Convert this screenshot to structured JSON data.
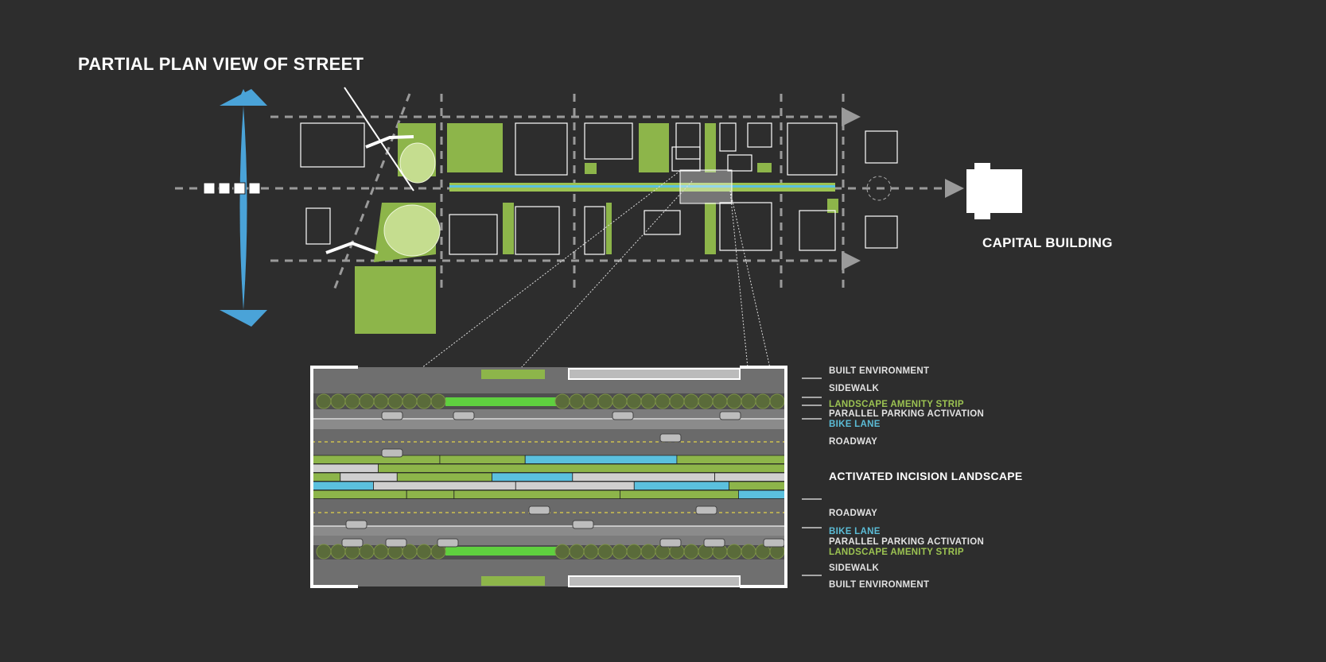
{
  "title": "PARTIAL PLAN VIEW OF STREET",
  "landmark": "CAPITAL BUILDING",
  "legend": [
    {
      "label": "BUILT ENVIRONMENT",
      "color": "#e2e2e2"
    },
    {
      "label": "SIDEWALK",
      "color": "#e2e2e2"
    },
    {
      "label": "LANDSCAPE AMENITY STRIP",
      "color": "#9cc352"
    },
    {
      "label": "PARALLEL PARKING ACTIVATION",
      "color": "#e2e2e2"
    },
    {
      "label": "BIKE LANE",
      "color": "#5bbcd6"
    },
    {
      "label": "ROADWAY",
      "color": "#e2e2e2"
    },
    {
      "label": "ACTIVATED INCISION LANDSCAPE",
      "color": "#ffffff"
    },
    {
      "label": "ROADWAY",
      "color": "#e2e2e2"
    },
    {
      "label": "BIKE LANE",
      "color": "#5bbcd6"
    },
    {
      "label": "PARALLEL PARKING ACTIVATION",
      "color": "#e2e2e2"
    },
    {
      "label": "LANDSCAPE AMENITY STRIP",
      "color": "#9cc352"
    },
    {
      "label": "SIDEWALK",
      "color": "#e2e2e2"
    },
    {
      "label": "BUILT ENVIRONMENT",
      "color": "#e2e2e2"
    }
  ],
  "colors": {
    "background": "#2d2d2d",
    "green": "#8db54a",
    "blue": "#5bc0de",
    "road": "#6e6e6e",
    "light": "#cfcfcf"
  }
}
